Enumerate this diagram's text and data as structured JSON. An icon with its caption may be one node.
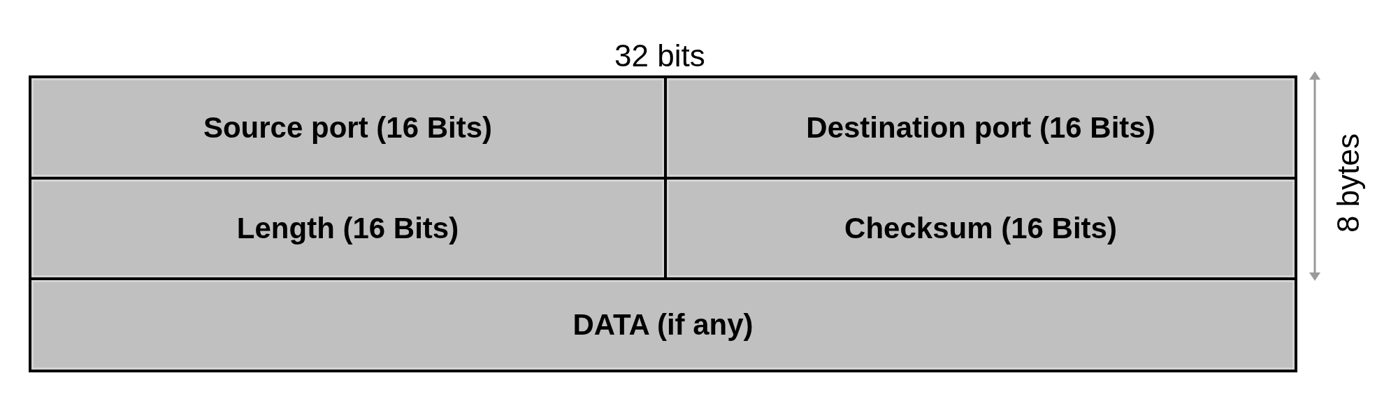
{
  "diagram": {
    "nodes": [
      {
        "text": [
          "Source port (16 Bits)"
        ]
      },
      {
        "text": [
          "Destination port (16 Bits)"
        ]
      },
      {
        "text": [
          "Length (16 Bits)"
        ]
      },
      {
        "text": [
          "Checksum (16 Bits)"
        ]
      },
      {
        "text": [
          "DATA (if any)"
        ]
      }
    ],
    "labels": [
      "32 bits",
      "8 bytes"
    ]
  }
}
